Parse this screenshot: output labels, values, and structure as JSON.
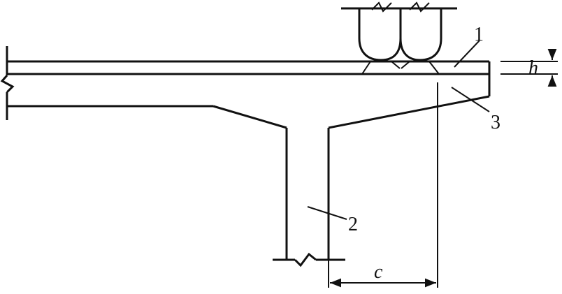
{
  "labels": {
    "pavement_layer": "1",
    "web": "2",
    "flange": "3",
    "thickness": "h",
    "distance": "c"
  }
}
